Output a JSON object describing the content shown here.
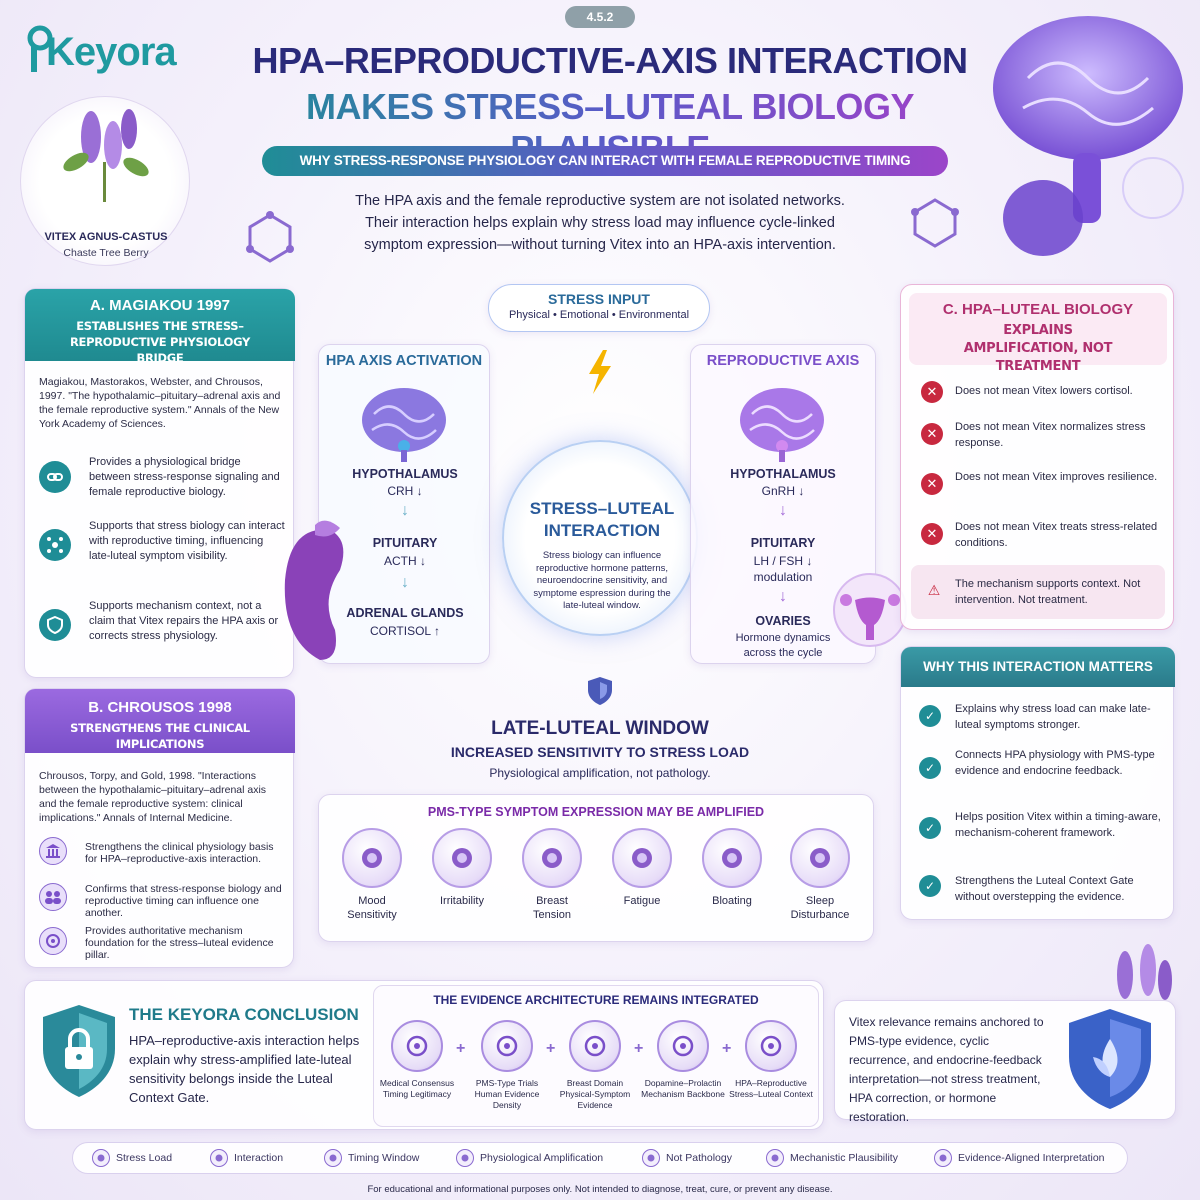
{
  "version": "4.5.2",
  "logo": "Keyora",
  "title_line1": "HPA–REPRODUCTIVE-AXIS INTERACTION",
  "title_line2": "MAKES STRESS–LUTEAL BIOLOGY PLAUSIBLE",
  "subtitle": "WHY STRESS-RESPONSE PHYSIOLOGY CAN INTERACT WITH FEMALE REPRODUCTIVE TIMING",
  "intro": "The HPA axis and the female reproductive system are not isolated networks. Their interaction helps explain why stress load may influence cycle-linked symptom expression—without turning Vitex into an HPA-axis intervention.",
  "plant": {
    "name": "VITEX AGNUS-CASTUS",
    "common": "Chaste Tree Berry"
  },
  "section_a": {
    "title": "A. MAGIAKOU 1997",
    "subtitle": "ESTABLISHES THE STRESS–REPRODUCTIVE PHYSIOLOGY BRIDGE",
    "citation": "Magiakou, Mastorakos, Webster, and Chrousos, 1997. \"The hypothalamic–pituitary–adrenal axis and the female reproductive system.\" Annals of the New York Academy of Sciences.",
    "points": [
      "Provides a physiological bridge between stress-response signaling and female reproductive biology.",
      "Supports that stress biology can interact with reproductive timing, influencing late-luteal symptom visibility.",
      "Supports mechanism context, not a claim that Vitex repairs the HPA axis or corrects stress physiology."
    ]
  },
  "section_b": {
    "title": "B. CHROUSOS 1998",
    "subtitle": "STRENGTHENS THE CLINICAL IMPLICATIONS",
    "citation": "Chrousos, Torpy, and Gold, 1998. \"Interactions between the hypothalamic–pituitary–adrenal axis and the female reproductive system: clinical implications.\" Annals of Internal Medicine.",
    "points": [
      "Strengthens the clinical physiology basis for HPA–reproductive-axis interaction.",
      "Confirms that stress-response biology and reproductive timing can influence one another.",
      "Provides authoritative mechanism foundation for the stress–luteal evidence pillar."
    ]
  },
  "stress_input": {
    "title": "STRESS INPUT",
    "sub": "Physical • Emotional • Environmental"
  },
  "hpa_axis": {
    "title": "HPA AXIS ACTIVATION",
    "steps": [
      {
        "name": "HYPOTHALAMUS",
        "val": "CRH ↓"
      },
      {
        "name": "PITUITARY",
        "val": "ACTH ↓"
      },
      {
        "name": "ADRENAL GLANDS",
        "val": "CORTISOL ↑"
      }
    ]
  },
  "repro_axis": {
    "title": "REPRODUCTIVE AXIS",
    "steps": [
      {
        "name": "HYPOTHALAMUS",
        "val": "GnRH ↓"
      },
      {
        "name": "PITUITARY",
        "val": "LH / FSH ↓",
        "val2": "modulation"
      },
      {
        "name": "OVARIES",
        "val": "Hormone dynamics",
        "val2": "across the cycle"
      }
    ]
  },
  "center": {
    "title": "STRESS–LUTEAL INTERACTION",
    "body": "Stress biology can influence reproductive hormone patterns, neuroendocrine sensitivity, and symptome espression during the late-luteal window."
  },
  "late_luteal": {
    "title": "LATE-LUTEAL WINDOW",
    "sub": "INCREASED SENSITIVITY TO STRESS LOAD",
    "note": "Physiological amplification, not pathology."
  },
  "pms": {
    "title": "PMS-TYPE SYMPTOM EXPRESSION MAY BE AMPLIFIED",
    "items": [
      {
        "label": "Mood Sensitivity",
        "icon": "head-icon"
      },
      {
        "label": "Irritability",
        "icon": "brain-icon"
      },
      {
        "label": "Breast Tension",
        "icon": "breast-icon"
      },
      {
        "label": "Fatigue",
        "icon": "battery-icon"
      },
      {
        "label": "Bloating",
        "icon": "abdomen-icon"
      },
      {
        "label": "Sleep Disturbance",
        "icon": "moon-icon"
      }
    ]
  },
  "section_c": {
    "title": "C. HPA–LUTEAL BIOLOGY",
    "subtitle": "EXPLAINS AMPLIFICATION, NOT TREATMENT",
    "points": [
      "Does not mean Vitex lowers cortisol.",
      "Does not mean Vitex normalizes stress response.",
      "Does not mean Vitex improves resilience.",
      "Does not mean Vitex treats stress-related conditions."
    ],
    "note": "The mechanism supports context. Not intervention. Not treatment."
  },
  "why": {
    "title": "WHY THIS INTERACTION MATTERS",
    "points": [
      "Explains why stress load can make late-luteal symptoms stronger.",
      "Connects HPA physiology with PMS-type evidence and endocrine feedback.",
      "Helps position Vitex within a timing-aware, mechanism-coherent framework.",
      "Strengthens the Luteal Context Gate without overstepping the evidence."
    ]
  },
  "conclusion": {
    "title": "THE KEYORA CONCLUSION",
    "body": "HPA–reproductive-axis interaction helps explain why stress-amplified late-luteal sensitivity belongs inside the Luteal Context Gate."
  },
  "evidence": {
    "title": "THE EVIDENCE ARCHITECTURE REMAINS INTEGRATED",
    "items": [
      {
        "label": "Medical Consensus Timing Legitimacy",
        "icon": "clock-icon"
      },
      {
        "label": "PMS-Type Trials Human Evidence Density",
        "icon": "uterus-icon"
      },
      {
        "label": "Breast Domain Physical-Symptom Evidence",
        "icon": "breast-icon"
      },
      {
        "label": "Dopamine–Prolactin Mechanism Backbone",
        "icon": "molecule-icon"
      },
      {
        "label": "HPA–Reproductive Stress–Luteal Context",
        "icon": "brain-icon"
      }
    ]
  },
  "vitex_note": "Vitex relevance remains anchored to PMS-type evidence, cyclic recurrence, and endocrine-feedback interpretation—not stress treatment, HPA correction, or hormone restoration.",
  "legend": [
    "Stress Load",
    "Interaction",
    "Timing Window",
    "Physiological Amplification",
    "Not Pathology",
    "Mechanistic Plausibility",
    "Evidence-Aligned Interpretation"
  ],
  "footer": "For educational and informational purposes only. Not intended to diagnose, treat, cure, or prevent any disease.",
  "colors": {
    "teal": "#1f8d96",
    "purple": "#7b4fc9",
    "navy": "#2a2a7a",
    "magenta": "#b0306e"
  }
}
